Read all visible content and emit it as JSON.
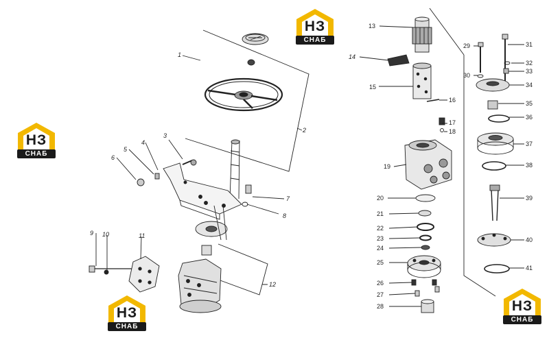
{
  "diagram": {
    "left_labels": [
      "1",
      "2",
      "3",
      "4",
      "5",
      "6",
      "7",
      "8",
      "9",
      "10",
      "11",
      "12"
    ],
    "right_labels": [
      "13",
      "14",
      "15",
      "16",
      "17",
      "18",
      "19",
      "20",
      "21",
      "22",
      "23",
      "24",
      "25",
      "26",
      "27",
      "28",
      "29",
      "30",
      "31",
      "32",
      "33",
      "34",
      "35",
      "36",
      "37",
      "38",
      "39",
      "40",
      "41"
    ]
  },
  "logo": {
    "letters": "НЗ",
    "caption": "СНАБ",
    "colors": {
      "roof": "#f2b800",
      "text": "#1a1a1a",
      "band": "#1a1a1a"
    }
  }
}
